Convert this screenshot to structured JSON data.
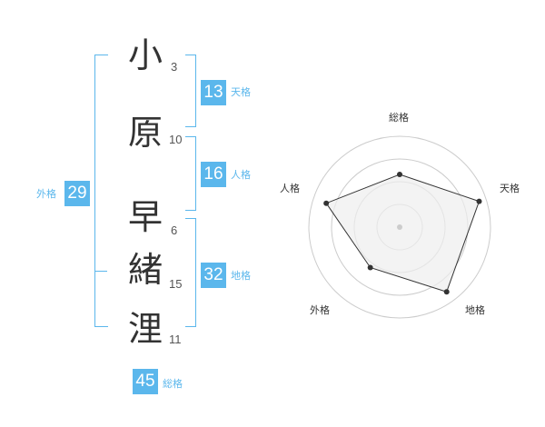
{
  "characters": [
    {
      "kanji": "小",
      "strokes": "3"
    },
    {
      "kanji": "原",
      "strokes": "10"
    },
    {
      "kanji": "早",
      "strokes": "6"
    },
    {
      "kanji": "緒",
      "strokes": "15"
    },
    {
      "kanji": "浬",
      "strokes": "11"
    }
  ],
  "fortunes": {
    "tenkaku": {
      "value": "13",
      "label": "天格"
    },
    "jinkaku": {
      "value": "16",
      "label": "人格"
    },
    "chikaku": {
      "value": "32",
      "label": "地格"
    },
    "gaikaku": {
      "value": "29",
      "label": "外格"
    },
    "soukaku": {
      "value": "45",
      "label": "総格"
    }
  },
  "chart_data": {
    "type": "radar",
    "axes": [
      "総格",
      "天格",
      "地格",
      "外格",
      "人格"
    ],
    "values": [
      0.58,
      0.92,
      0.88,
      0.55,
      0.85
    ],
    "rings": 4,
    "colors": {
      "accent": "#5bb7ec",
      "fill": "#eeeeee",
      "line": "#333333",
      "ring": "#cccccc"
    }
  }
}
